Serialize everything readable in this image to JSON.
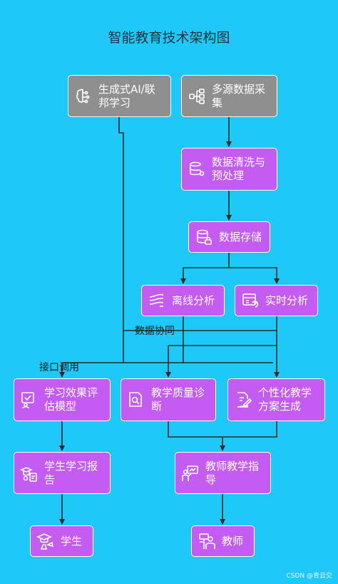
{
  "title": "智能教育技术架构图",
  "nodes": {
    "gen_ai": "生成式AI/联邦学习",
    "multi_source": "多源数据采集",
    "cleaning": "数据清洗与预处理",
    "storage": "数据存储",
    "offline": "离线分析",
    "realtime": "实时分析",
    "learning_model": "学习效果评估模型",
    "teaching_diag": "教学质量诊断",
    "personalized": "个性化教学方案生成",
    "student_report": "学生学习报告",
    "teacher_guide": "教师教学指导",
    "student": "学生",
    "teacher": "教师"
  },
  "edge_labels": {
    "data_collab": "数据协同",
    "api_call": "接口调用"
  },
  "icons": {
    "gen_ai": "brain-icon",
    "multi_source": "network-icon",
    "cleaning": "database-gear-icon",
    "storage": "database-lock-icon",
    "offline": "stream-icon",
    "realtime": "calendar-refresh-icon",
    "learning_model": "checklist-person-icon",
    "teaching_diag": "document-search-icon",
    "personalized": "document-edit-icon",
    "student_report": "graduate-report-icon",
    "teacher_guide": "teacher-board-icon",
    "student": "graduate-icon",
    "teacher": "teacher-icon"
  },
  "watermark": "CSDN @青云交",
  "colors": {
    "background": "#1ec8f8",
    "gray_node": "#8f8f8f",
    "purple_node": "#c45cf2",
    "line": "#2b2b2b"
  }
}
